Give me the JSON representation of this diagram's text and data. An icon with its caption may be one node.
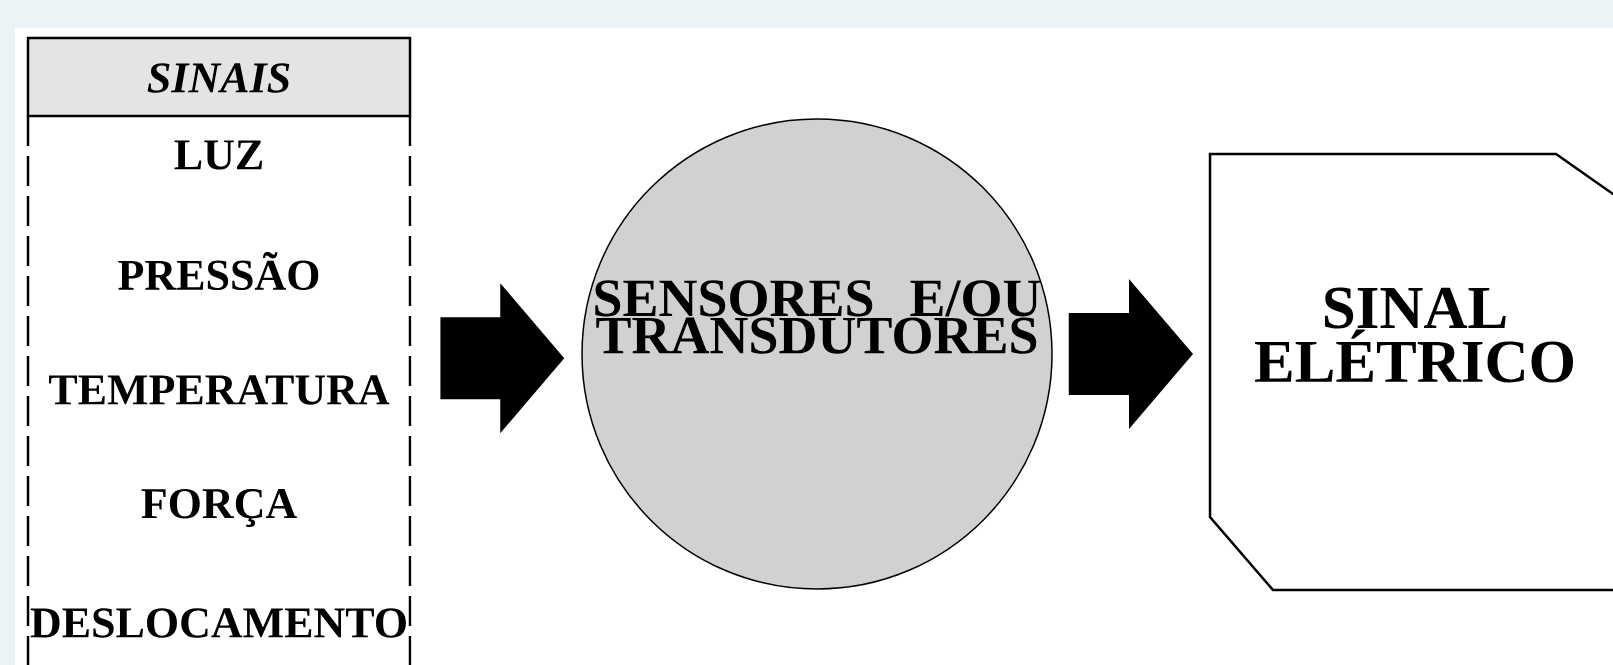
{
  "diagram": {
    "nodes": [
      {
        "text": [
          "SINAIS",
          "LUZ",
          "PRESSÃO",
          "TEMPERATURA",
          "FORÇA",
          "DESLOCAMENTO"
        ]
      },
      {
        "text": [
          "SENSORES E/OU TRANSDUTORES"
        ]
      },
      {
        "text": [
          "SINAL ELÉTRICO"
        ]
      }
    ],
    "edges": [
      {
        "from": 0,
        "to": 1,
        "arrow": "to",
        "style": "thick"
      },
      {
        "from": 1,
        "to": 2,
        "arrow": "to",
        "style": "thick"
      }
    ]
  }
}
